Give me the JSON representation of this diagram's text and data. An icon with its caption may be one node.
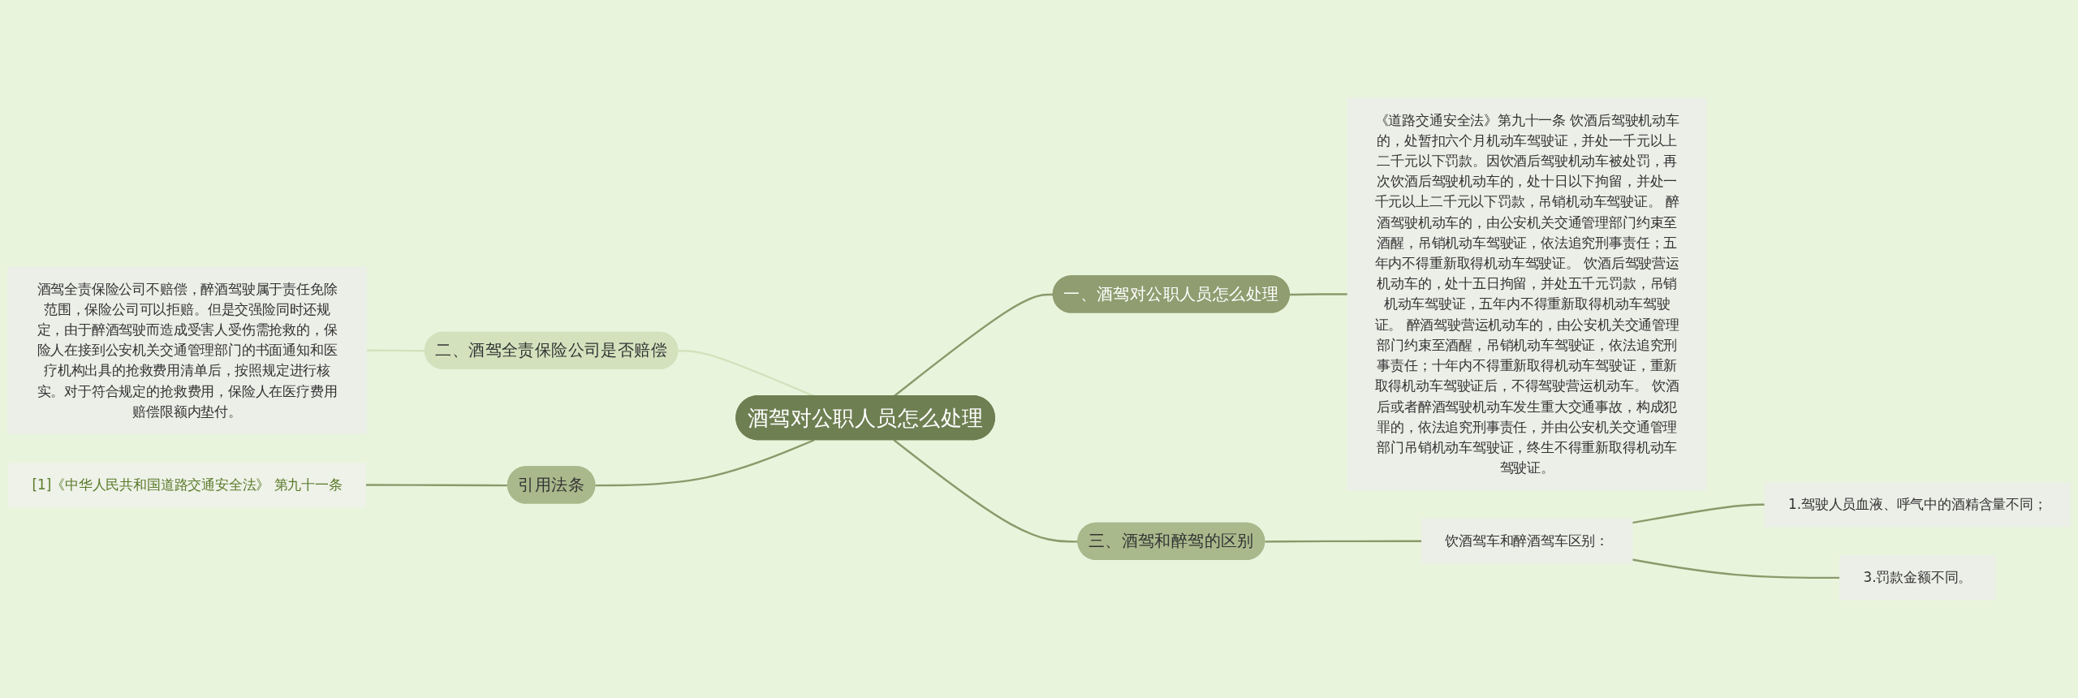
{
  "diagram": {
    "nodes": [
      {
        "text": [
          "酒驾对公职人员怎么处理"
        ]
      },
      {
        "text": [
          "一、酒驾对公职人员怎么处理"
        ]
      },
      {
        "text": [
          "《道路交通安全法》第九十一条 饮酒后驾驶机动车的，处暂扣六个月机动车驾驶证，并处一千元以上二千元以下罚款。因饮酒后驾驶机动车被处罚，再次饮酒后驾驶机动车的，处十日以下拘留，并处一千元以上二千元以下罚款，吊销机动车驾驶证。 醉酒驾驶机动车的，由公安机关交通管理部门约束至酒醒，吊销机动车驾驶证，依法追究刑事责任；五年内不得重新取得机动车驾驶证。 饮酒后驾驶营运机动车的，处十五日拘留，并处五千元罚款，吊销机动车驾驶证，五年内不得重新取得机动车驾驶证。 醉酒驾驶营运机动车的，由公安机关交通管理部门约束至酒醒，吊销机动车驾驶证，依法追究刑事责任；十年内不得重新取得机动车驾驶证，重新取得机动车驾驶证后，不得驾驶营运机动车。 饮酒后或者醉酒驾驶机动车发生重大交通事故，构成犯罪的，依法追究刑事责任，并由公安机关交通管理部门吊销机动车驾驶证，终生不得重新取得机动车驾驶证。"
        ]
      },
      {
        "text": [
          "二、酒驾全责保险公司是否赔偿"
        ]
      },
      {
        "text": [
          "酒驾全责保险公司不赔偿，醉酒驾驶属于责任免除范围，保险公司可以拒赔。但是交强险同时还规定，由于醉酒驾驶而造成受害人受伤需抢救的，保险人在接到公安机关交通管理部门的书面通知和医疗机构出具的抢救费用清单后，按照规定进行核实。对于符合规定的抢救费用，保险人在医疗费用赔偿限额内垫付。"
        ]
      },
      {
        "text": [
          "引用法条"
        ]
      },
      {
        "text": [
          "[1]《中华人民共和国道路交通安全法》 第九十一条"
        ]
      },
      {
        "text": [
          "三、酒驾和醉驾的区别"
        ]
      },
      {
        "text": [
          "饮酒驾车和醉酒驾车区别："
        ]
      },
      {
        "text": [
          "1.驾驶人员血液、呼气中的酒精含量不同；"
        ]
      },
      {
        "text": [
          "3.罚款金额不同。"
        ]
      }
    ],
    "edges": [
      {
        "from": 0,
        "to": 1,
        "arrow": "none"
      },
      {
        "from": 1,
        "to": 2,
        "arrow": "none"
      },
      {
        "from": 3,
        "to": 0,
        "arrow": "none",
        "color": "#d3e2bd"
      },
      {
        "from": 4,
        "to": 3,
        "arrow": "none",
        "color": "#d3e2bd"
      },
      {
        "from": 5,
        "to": 0,
        "arrow": "none"
      },
      {
        "from": 6,
        "to": 5,
        "arrow": "none"
      },
      {
        "from": 0,
        "to": 7,
        "arrow": "none"
      },
      {
        "from": 7,
        "to": 8,
        "arrow": "none"
      },
      {
        "from": 8,
        "to": 9,
        "arrow": "none"
      },
      {
        "from": 8,
        "to": 10,
        "arrow": "none"
      }
    ]
  }
}
